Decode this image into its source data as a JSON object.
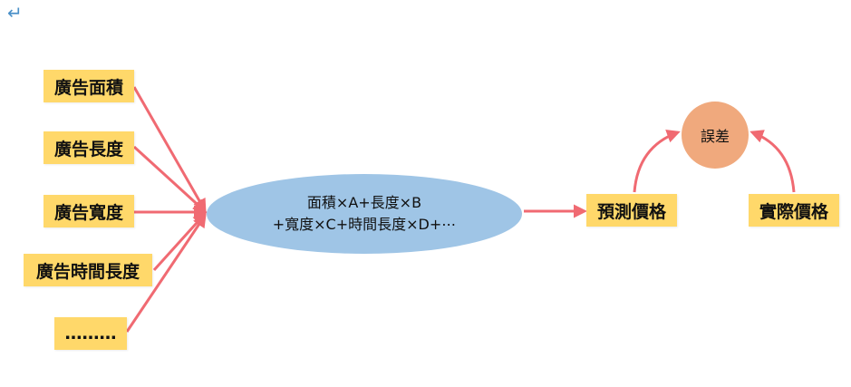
{
  "top_glyph": "↵",
  "inputs": [
    {
      "label": "廣告面積"
    },
    {
      "label": "廣告長度"
    },
    {
      "label": "廣告寬度"
    },
    {
      "label": "廣告時間長度"
    },
    {
      "label": "………"
    }
  ],
  "model": {
    "line1": "面積×A+長度×B",
    "line2": "+寬度×C+時間長度×D+⋯"
  },
  "predicted_price": "預測價格",
  "actual_price": "實際價格",
  "error": "誤差",
  "colors": {
    "box_fill": "#ffd86a",
    "arrow": "#f06a72",
    "ellipse_fill": "#9fc5e6",
    "circle_fill": "#f0a97d"
  }
}
